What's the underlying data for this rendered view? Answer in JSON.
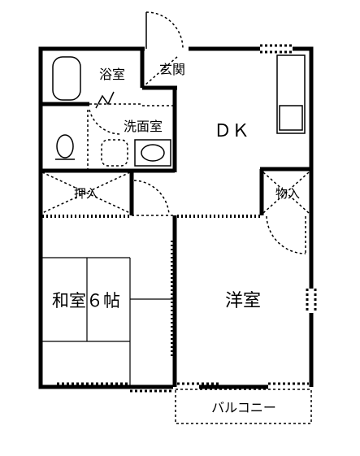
{
  "rooms": {
    "bath": "浴室",
    "entrance": "玄関",
    "washroom": "洗面室",
    "dk": "ＤＫ",
    "closet_left": "押入",
    "closet_right": "物入",
    "japanese_room": "和室６帖",
    "western_room": "洋室",
    "balcony": "バルコニー"
  }
}
